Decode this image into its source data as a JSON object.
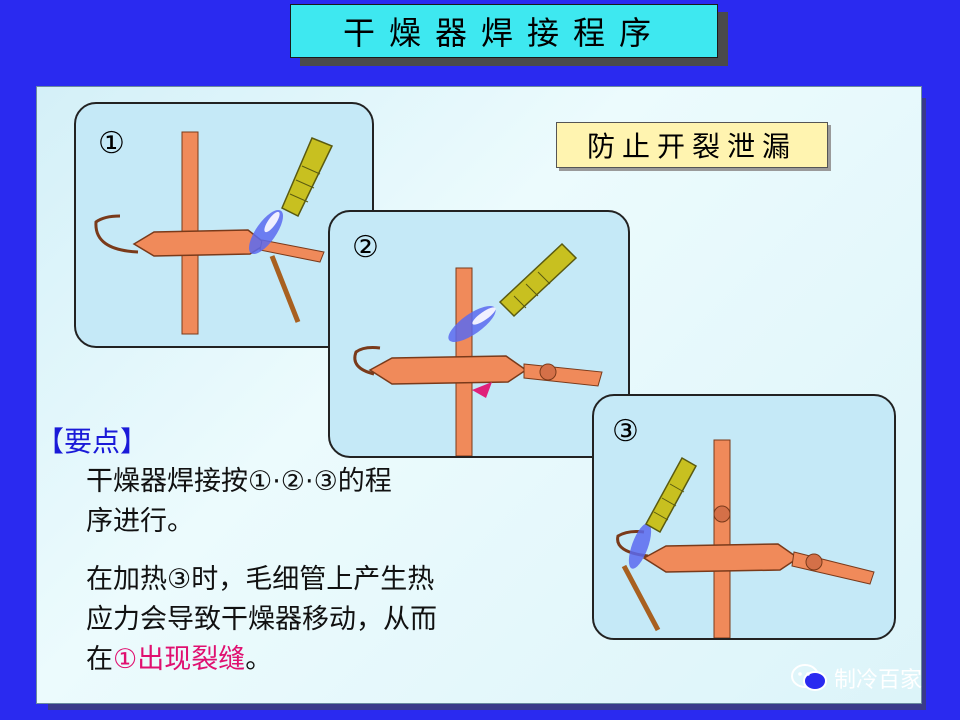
{
  "title": "干燥器焊接程序",
  "steps": [
    "①",
    "②",
    "③"
  ],
  "note": "防止开裂泄漏",
  "keypoint_label": "【要点】",
  "paragraph1": "干燥器焊接按①·②·③的程序进行。",
  "paragraph1_line1": "干燥器焊接按①·②·③的程",
  "paragraph1_line2": "序进行。",
  "paragraph2_line1": "在加热③时，毛细管上产生热",
  "paragraph2_line2": "应力会导致干燥器移动，从而",
  "paragraph2_line3_prefix": "在",
  "paragraph2_line3_red": "①出现裂缝",
  "paragraph2_line3_suffix": "。",
  "watermark": "制冷百家",
  "colors": {
    "background": "#2a2af0",
    "title_fill": "#3ee8f0",
    "card_fill": "#c5e9f7",
    "copper": "#f08a5a",
    "torch": "#c8c020",
    "flame": "#5a6af0",
    "highlight_text": "#e01070",
    "keypoint_text": "#1a1ad8",
    "note_fill": "#fff4b0"
  }
}
